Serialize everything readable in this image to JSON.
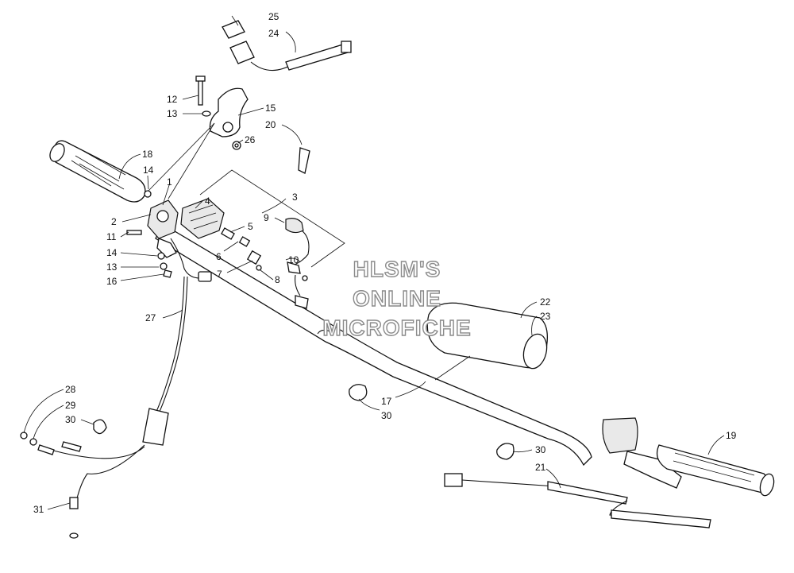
{
  "watermark": {
    "line1": "HLSM'S",
    "line2": "ONLINE",
    "line3": "MICROFICHE"
  },
  "callouts": {
    "c1": "1",
    "c2": "2",
    "c3": "3",
    "c4": "4",
    "c5": "5",
    "c6": "6",
    "c7": "7",
    "c8": "8",
    "c9": "9",
    "c10": "10",
    "c11": "11",
    "c12": "12",
    "c13a": "13",
    "c13b": "13",
    "c14a": "14",
    "c14b": "14",
    "c15": "15",
    "c16": "16",
    "c17": "17",
    "c18": "18",
    "c19": "19",
    "c20": "20",
    "c21": "21",
    "c22": "22",
    "c23": "23",
    "c24": "24",
    "c25": "25",
    "c26": "26",
    "c27": "27",
    "c28": "28",
    "c29": "29",
    "c30a": "30",
    "c30b": "30",
    "c30c": "30",
    "c31": "31"
  }
}
